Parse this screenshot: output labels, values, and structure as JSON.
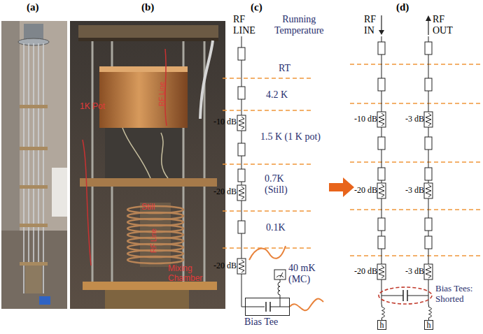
{
  "diagram": {
    "nodes": [
      {
        "text": [
          "Bias Tee"
        ]
      },
      {
        "text": [
          "Bias Tees: Shorted"
        ]
      },
      {
        "text": [
          "h"
        ]
      },
      {
        "text": [
          "h"
        ]
      }
    ],
    "edges": [
      {
        "from": 1,
        "to": 2,
        "arrow": "none"
      },
      {
        "from": 1,
        "to": 3,
        "arrow": "none"
      }
    ],
    "labels": [
      "(a)",
      "(b)",
      "1K Pot",
      "Still",
      "Mixing Chamber",
      "RF Line",
      "RF Line",
      "(c)",
      "RF LINE",
      "Running Temperature",
      "RT",
      "4.2 K",
      "-10 dB",
      "1.5 K (1 K pot)",
      "-20 dB",
      "0.7K (Still)",
      "0.1K",
      "-20 dB",
      "40 mK (MC)",
      "(d)",
      "RF IN",
      "RF OUT",
      "-10 dB",
      "-3 dB",
      "-20 dB",
      "-3 dB",
      "-20 dB",
      "-3 dB"
    ]
  }
}
